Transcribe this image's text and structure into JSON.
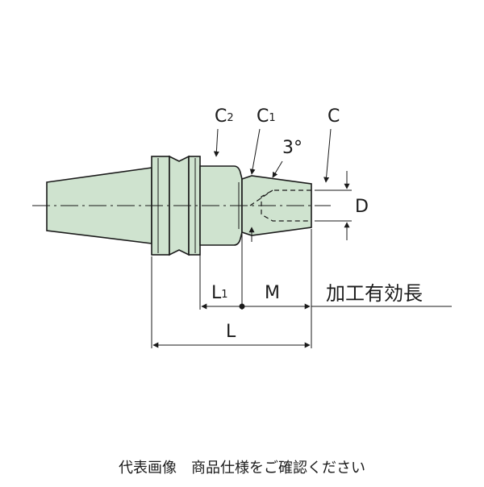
{
  "labels": {
    "c2": "C",
    "c2_sub": "2",
    "c1": "C",
    "c1_sub": "1",
    "c": "C",
    "angle": "3°",
    "d": "D",
    "l1": "L",
    "l1_sub": "1",
    "m": "M",
    "l": "L",
    "effective_length": "加工有効長"
  },
  "caption": "代表画像　商品仕様をご確認ください",
  "colors": {
    "body_fill": "#cfe3cf",
    "outline": "#1a1a1a",
    "background": "#ffffff"
  }
}
